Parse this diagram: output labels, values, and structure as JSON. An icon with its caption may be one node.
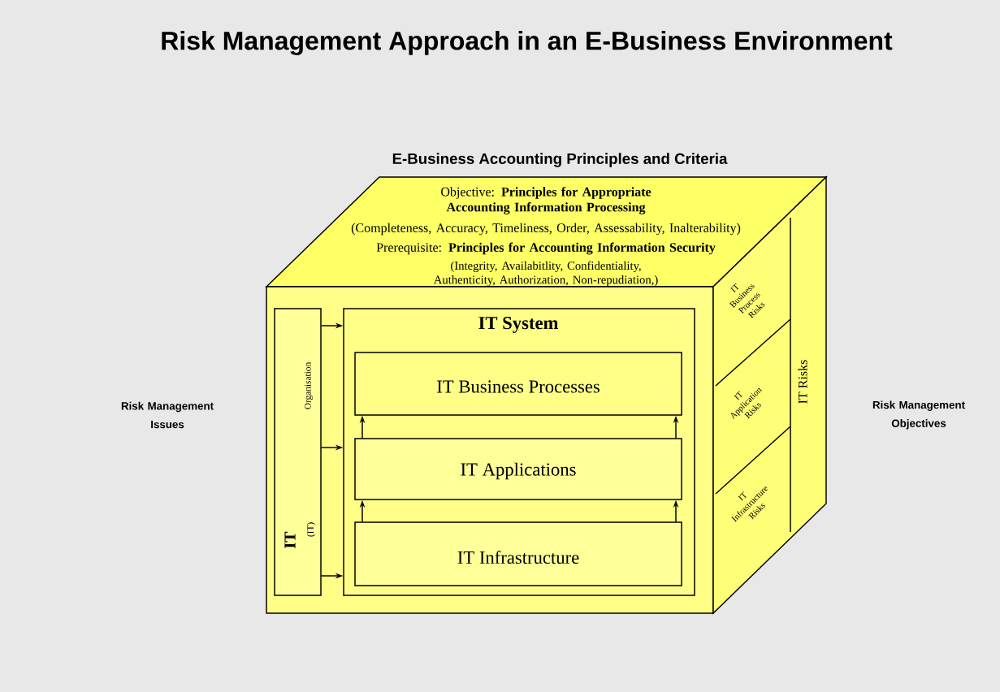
{
  "diagram": {
    "title": "Risk Management Approach in an E-Business Environment",
    "nodes": [
      {
        "text": [
          "E-Business Accounting Principles and Criteria",
          "Objective: **Principles for Appropriate Accounting Information Processing**",
          "(Completeness, Accuracy, Timeliness, Order, Assessability, Inalterability)",
          "Prerequisite: **Principles for Accounting Information Security**",
          "(Integrity, Availabitlity, Confidentiality, Authenticity, Authorization, Non-repudiation,)"
        ]
      },
      {
        "text": [],
        "shape": "box"
      },
      {
        "text": [
          "IT",
          "(IT)",
          "Organisation"
        ],
        "in": 1
      },
      {
        "text": [
          "IT System"
        ],
        "in": 1
      },
      {
        "text": [
          "IT Business Processes"
        ],
        "in": 3
      },
      {
        "text": [
          "IT Applications"
        ],
        "in": 3
      },
      {
        "text": [
          "IT Infrastructure"
        ],
        "in": 3
      },
      {
        "text": [
          "IT Risks"
        ]
      },
      {
        "text": [
          "IT Business Process Risks"
        ],
        "in": 7
      },
      {
        "text": [
          "IT Application Risks"
        ],
        "in": 7
      },
      {
        "text": [
          "IT Infrastructure Risks"
        ],
        "in": 7
      }
    ],
    "edges": [
      {
        "from": 2,
        "to": 3,
        "arrow": "to"
      },
      {
        "from": 2,
        "to": 3,
        "arrow": "to"
      },
      {
        "from": 2,
        "to": 3,
        "arrow": "to"
      },
      {
        "from": 6,
        "to": 5,
        "arrow": "to"
      },
      {
        "from": 6,
        "to": 5,
        "arrow": "to"
      },
      {
        "from": 5,
        "to": 4,
        "arrow": "to"
      },
      {
        "from": 5,
        "to": 4,
        "arrow": "to"
      }
    ],
    "labels": [
      "Risk Management Issues",
      "Risk Management Objectives"
    ]
  }
}
